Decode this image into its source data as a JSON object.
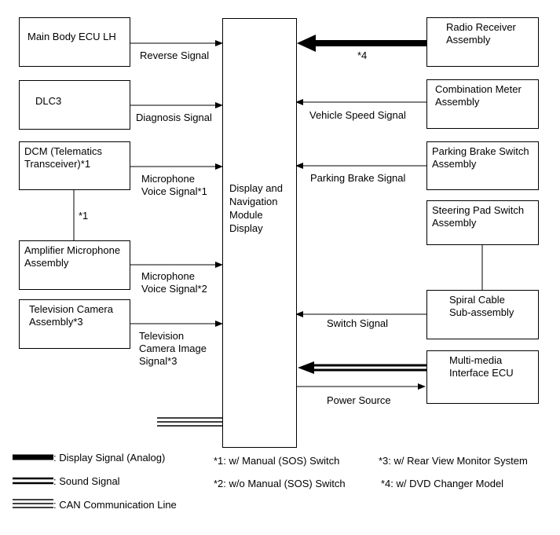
{
  "center": {
    "label": "Display and\nNavigation\nModule\nDisplay"
  },
  "left_boxes": {
    "main_body_ecu": "Main Body ECU LH",
    "dlc3": "DLC3",
    "dcm": "DCM (Telematics\nTransceiver)*1",
    "amplifier_mic": "Amplifier Microphone\nAssembly",
    "tv_camera": "Television Camera\nAssembly*3"
  },
  "right_boxes": {
    "radio_receiver": "Radio Receiver\nAssembly",
    "combination_meter": "Combination Meter\nAssembly",
    "parking_brake_switch": "Parking Brake Switch\nAssembly",
    "steering_pad_switch": "Steering Pad Switch\nAssembly",
    "spiral_cable": "Spiral Cable\nSub-assembly",
    "multimedia_ecu": "Multi-media\nInterface ECU"
  },
  "signals": {
    "reverse": "Reverse Signal",
    "diagnosis": "Diagnosis Signal",
    "mic_voice_1": "Microphone\nVoice Signal*1",
    "mic_voice_2": "Microphone\nVoice Signal*2",
    "tv_camera_image": "Television\nCamera Image\nSignal*3",
    "radio_note": "*4",
    "vehicle_speed": "Vehicle Speed Signal",
    "parking_brake": "Parking Brake Signal",
    "switch": "Switch Signal",
    "power_source": "Power Source",
    "dcm_amp_link": "*1"
  },
  "legend": {
    "display_signal": ": Display Signal (Analog)",
    "sound_signal": ": Sound Signal",
    "can_line": ": CAN Communication Line"
  },
  "notes": {
    "n1": "*1: w/ Manual (SOS) Switch",
    "n2": "*2: w/o Manual (SOS) Switch",
    "n3": "*3: w/ Rear View Monitor System",
    "n4": "*4: w/ DVD Changer Model"
  }
}
